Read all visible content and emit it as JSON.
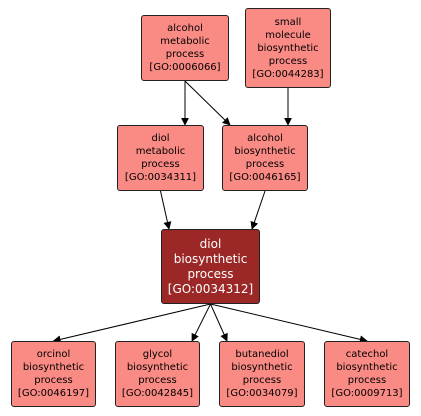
{
  "diagram": {
    "nodes": [
      {
        "id": "alcohol-metabolic",
        "lines": [
          "alcohol",
          "metabolic",
          "process",
          "[GO:0006066]"
        ]
      },
      {
        "id": "small-molecule",
        "lines": [
          "small",
          "molecule",
          "biosynthetic",
          "process",
          "[GO:0044283]"
        ]
      },
      {
        "id": "diol-metabolic",
        "lines": [
          "diol",
          "metabolic",
          "process",
          "[GO:0034311]"
        ]
      },
      {
        "id": "alcohol-biosynth",
        "lines": [
          "alcohol",
          "biosynthetic",
          "process",
          "[GO:0046165]"
        ]
      },
      {
        "id": "diol-biosynth",
        "lines": [
          "diol",
          "biosynthetic",
          "process",
          "[GO:0034312]"
        ]
      },
      {
        "id": "orcinol",
        "lines": [
          "orcinol",
          "biosynthetic",
          "process",
          "[GO:0046197]"
        ]
      },
      {
        "id": "glycol",
        "lines": [
          "glycol",
          "biosynthetic",
          "process",
          "[GO:0042845]"
        ]
      },
      {
        "id": "butanediol",
        "lines": [
          "butanediol",
          "biosynthetic",
          "process",
          "[GO:0034079]"
        ]
      },
      {
        "id": "catechol",
        "lines": [
          "catechol",
          "biosynthetic",
          "process",
          "[GO:0009713]"
        ]
      }
    ],
    "edges": [
      {
        "from": "alcohol-metabolic",
        "to": "diol-metabolic"
      },
      {
        "from": "alcohol-metabolic",
        "to": "alcohol-biosynth"
      },
      {
        "from": "small-molecule",
        "to": "alcohol-biosynth"
      },
      {
        "from": "diol-metabolic",
        "to": "diol-biosynth"
      },
      {
        "from": "alcohol-biosynth",
        "to": "diol-biosynth"
      },
      {
        "from": "diol-biosynth",
        "to": "orcinol"
      },
      {
        "from": "diol-biosynth",
        "to": "glycol"
      },
      {
        "from": "diol-biosynth",
        "to": "butanediol"
      },
      {
        "from": "diol-biosynth",
        "to": "catechol"
      }
    ],
    "colors": {
      "node_fill": "#fa8a84",
      "focus_fill": "#9b2826",
      "focus_text": "#ffffff",
      "edge": "#000000"
    }
  }
}
